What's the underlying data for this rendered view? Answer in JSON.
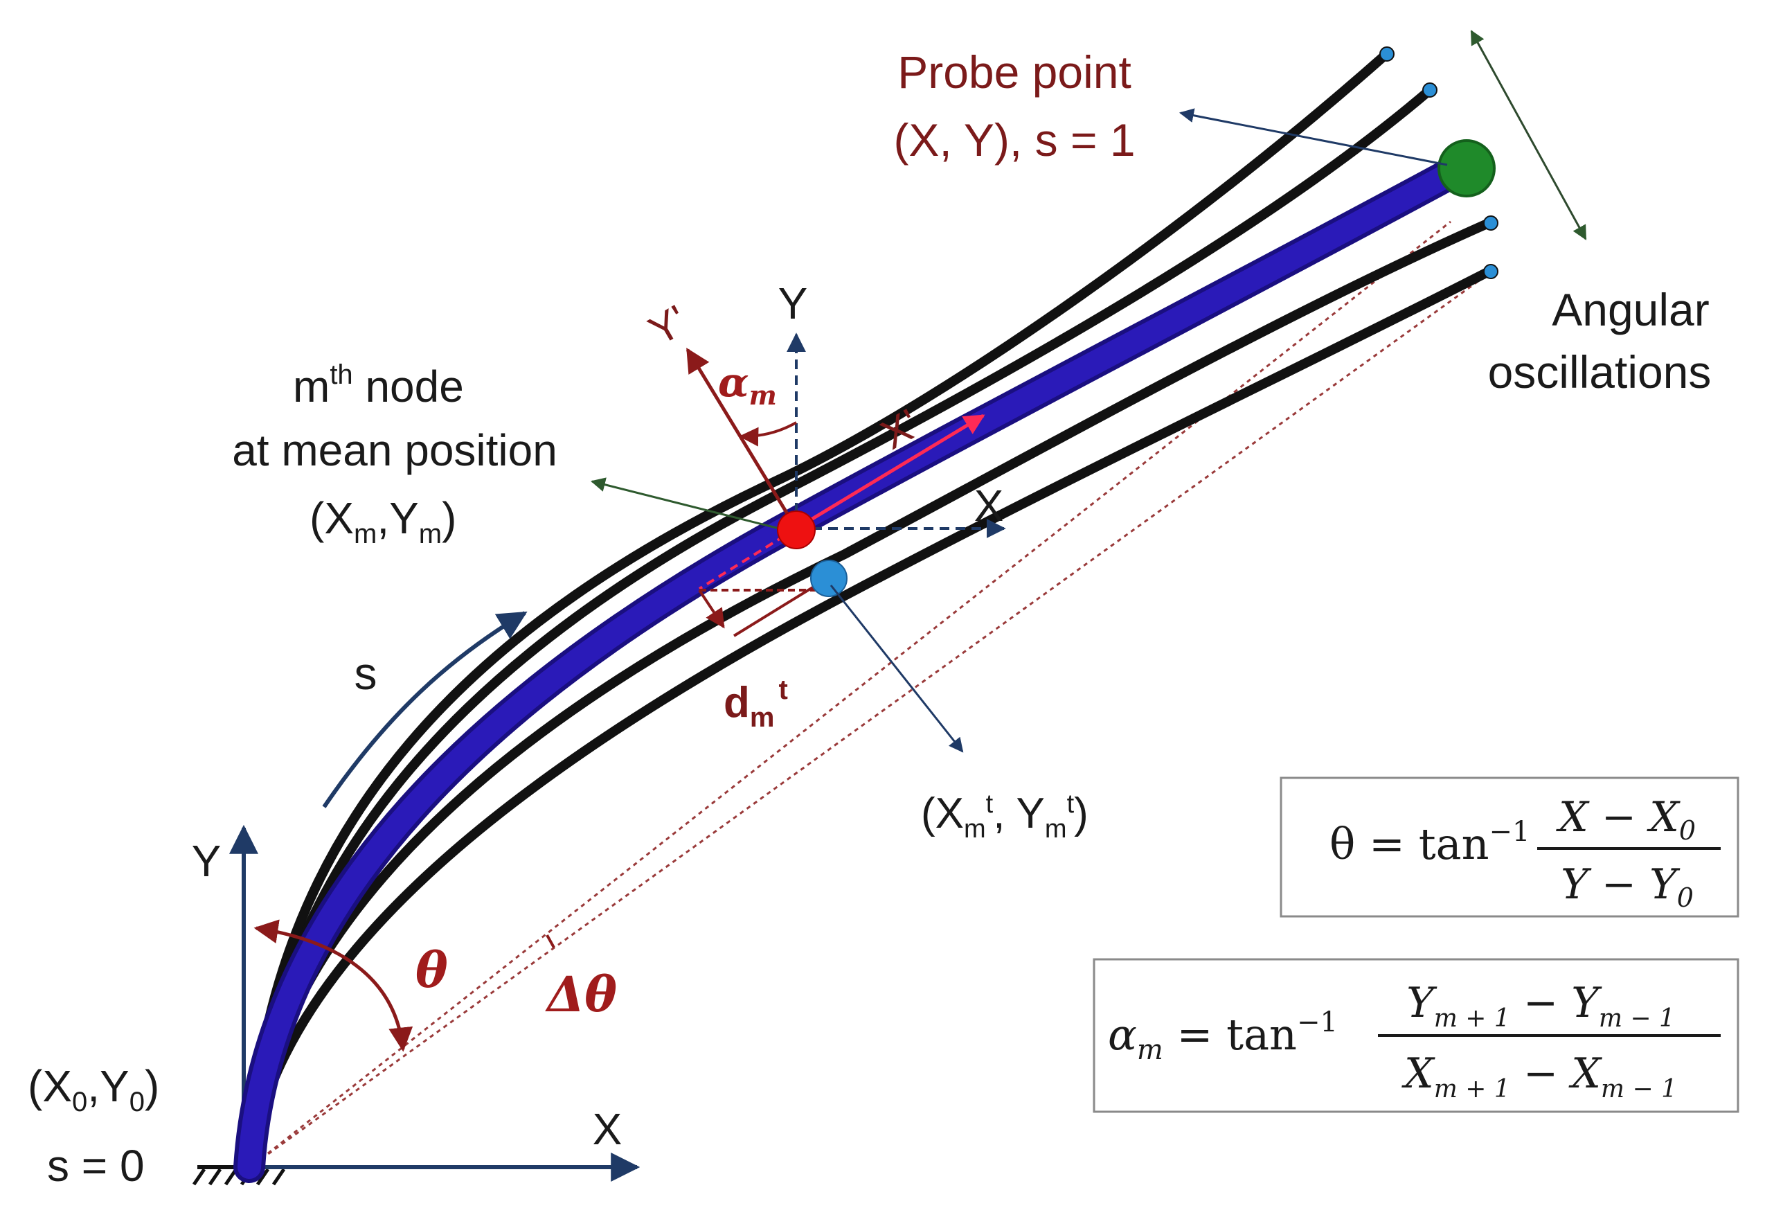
{
  "labels": {
    "probe_line1": "Probe point",
    "probe_line2": "(X, Y), s = 1",
    "angular_line1": "Angular",
    "angular_line2": "oscillations",
    "node_line1_base": "m",
    "node_line1_sup": "th",
    "node_line1_rest": " node",
    "node_line2": "at mean position",
    "node_line3_open": "(X",
    "node_line3_sub1": "m",
    "node_line3_mid": ",Y",
    "node_line3_sub2": "m",
    "node_line3_close": ")",
    "local_y_axis": "Y",
    "local_x_axis": "X",
    "rot_y_axis": "Y'",
    "rot_x_axis": "X'",
    "alpha_base": "α",
    "alpha_sub": "m",
    "s_label": "s",
    "d_base": "d",
    "d_sub": "m",
    "d_sup": "t",
    "pt_open": "(X",
    "pt_sub1": "m",
    "pt_sup1": "t",
    "pt_mid": ", Y",
    "pt_sub2": "m",
    "pt_sup2": "t",
    "pt_close": ")",
    "global_y_axis": "Y",
    "global_x_axis": "X",
    "theta": "θ",
    "delta_theta": "Δθ",
    "origin_open": "(X",
    "origin_sub1": "0",
    "origin_mid": ",Y",
    "origin_sub2": "0",
    "origin_close": ")",
    "s_zero": "s = 0"
  },
  "equations": {
    "theta_lhs": "θ = tan",
    "theta_exp": "−1",
    "theta_num_a": "X − X",
    "theta_num_sub": "0",
    "theta_den_a": "Y − Y",
    "theta_den_sub": "0",
    "alpha_lhs_base": "α",
    "alpha_lhs_sub": "m",
    "alpha_eq": " = tan",
    "alpha_exp": "−1",
    "alpha_num_y1": "Y",
    "alpha_num_s1": "m + 1",
    "alpha_num_minus": " − Y",
    "alpha_num_s2": "m − 1",
    "alpha_den_x1": "X",
    "alpha_den_s1": "m + 1",
    "alpha_den_minus": " − X",
    "alpha_den_s2": "m − 1"
  },
  "colors": {
    "beam": "#2a1ab8",
    "beam_edge": "#1a0f80",
    "black_beam": "#111111",
    "probe": "#1f8a2a",
    "node_red": "#ee1111",
    "node_blue": "#2b8fd6",
    "dark_red": "#8b1a1a",
    "arrow_blue": "#1f3a66",
    "arrow_green": "#2e5a2e"
  }
}
